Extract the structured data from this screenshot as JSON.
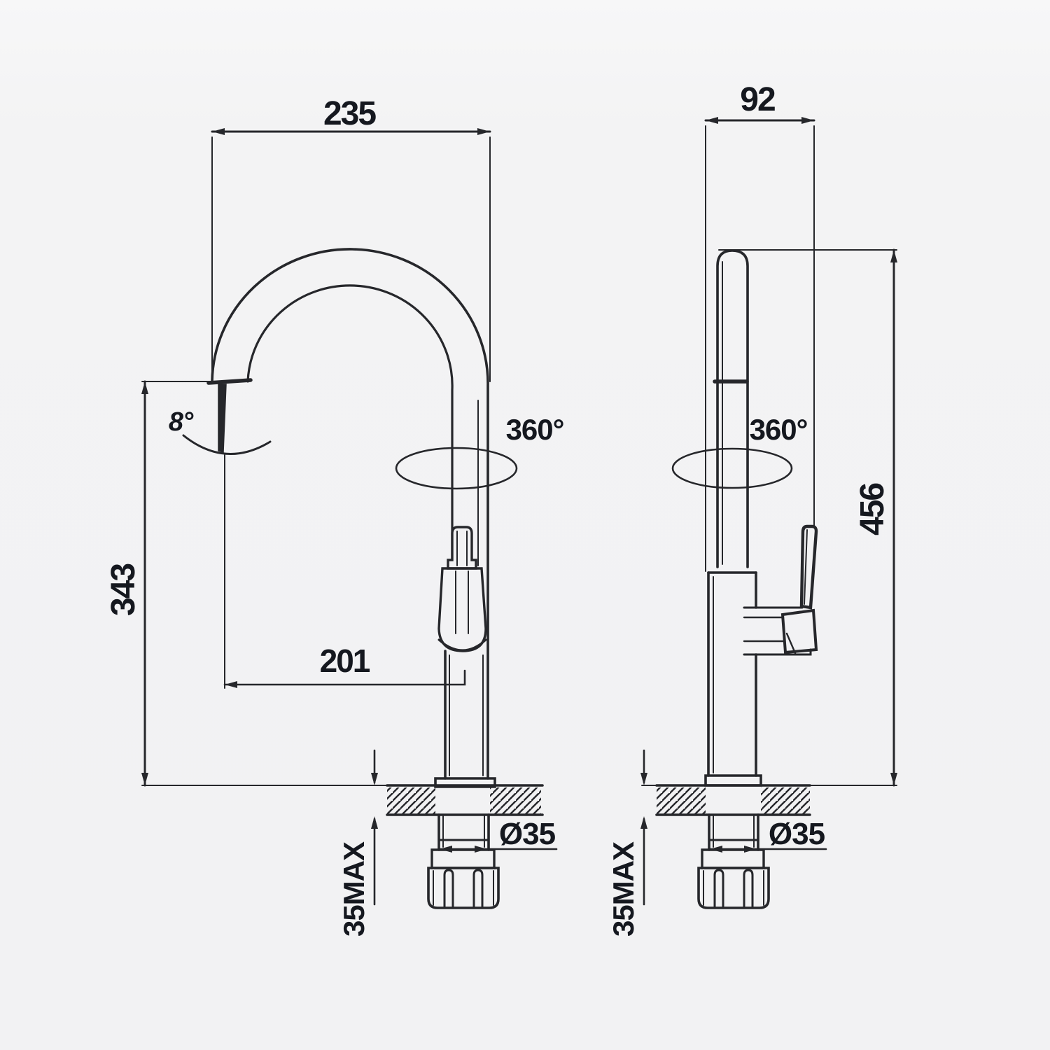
{
  "drawing": {
    "type": "kitchen-faucet-installation-dimensions",
    "front": {
      "spout_reach": "235",
      "height_to_outlet": "343",
      "outlet_reach": "201",
      "tilt_angle": "8°",
      "swivel_angle": "360°",
      "hole_diameter": "Ø35",
      "counter_max_thickness": "35MAX"
    },
    "side": {
      "body_depth": "92",
      "total_height": "456",
      "swivel_angle": "360°",
      "hole_diameter": "Ø35",
      "counter_max_thickness": "35MAX"
    },
    "colors": {
      "background": "#f3f3f4",
      "line": "#26272b",
      "text": "#15181f"
    }
  }
}
